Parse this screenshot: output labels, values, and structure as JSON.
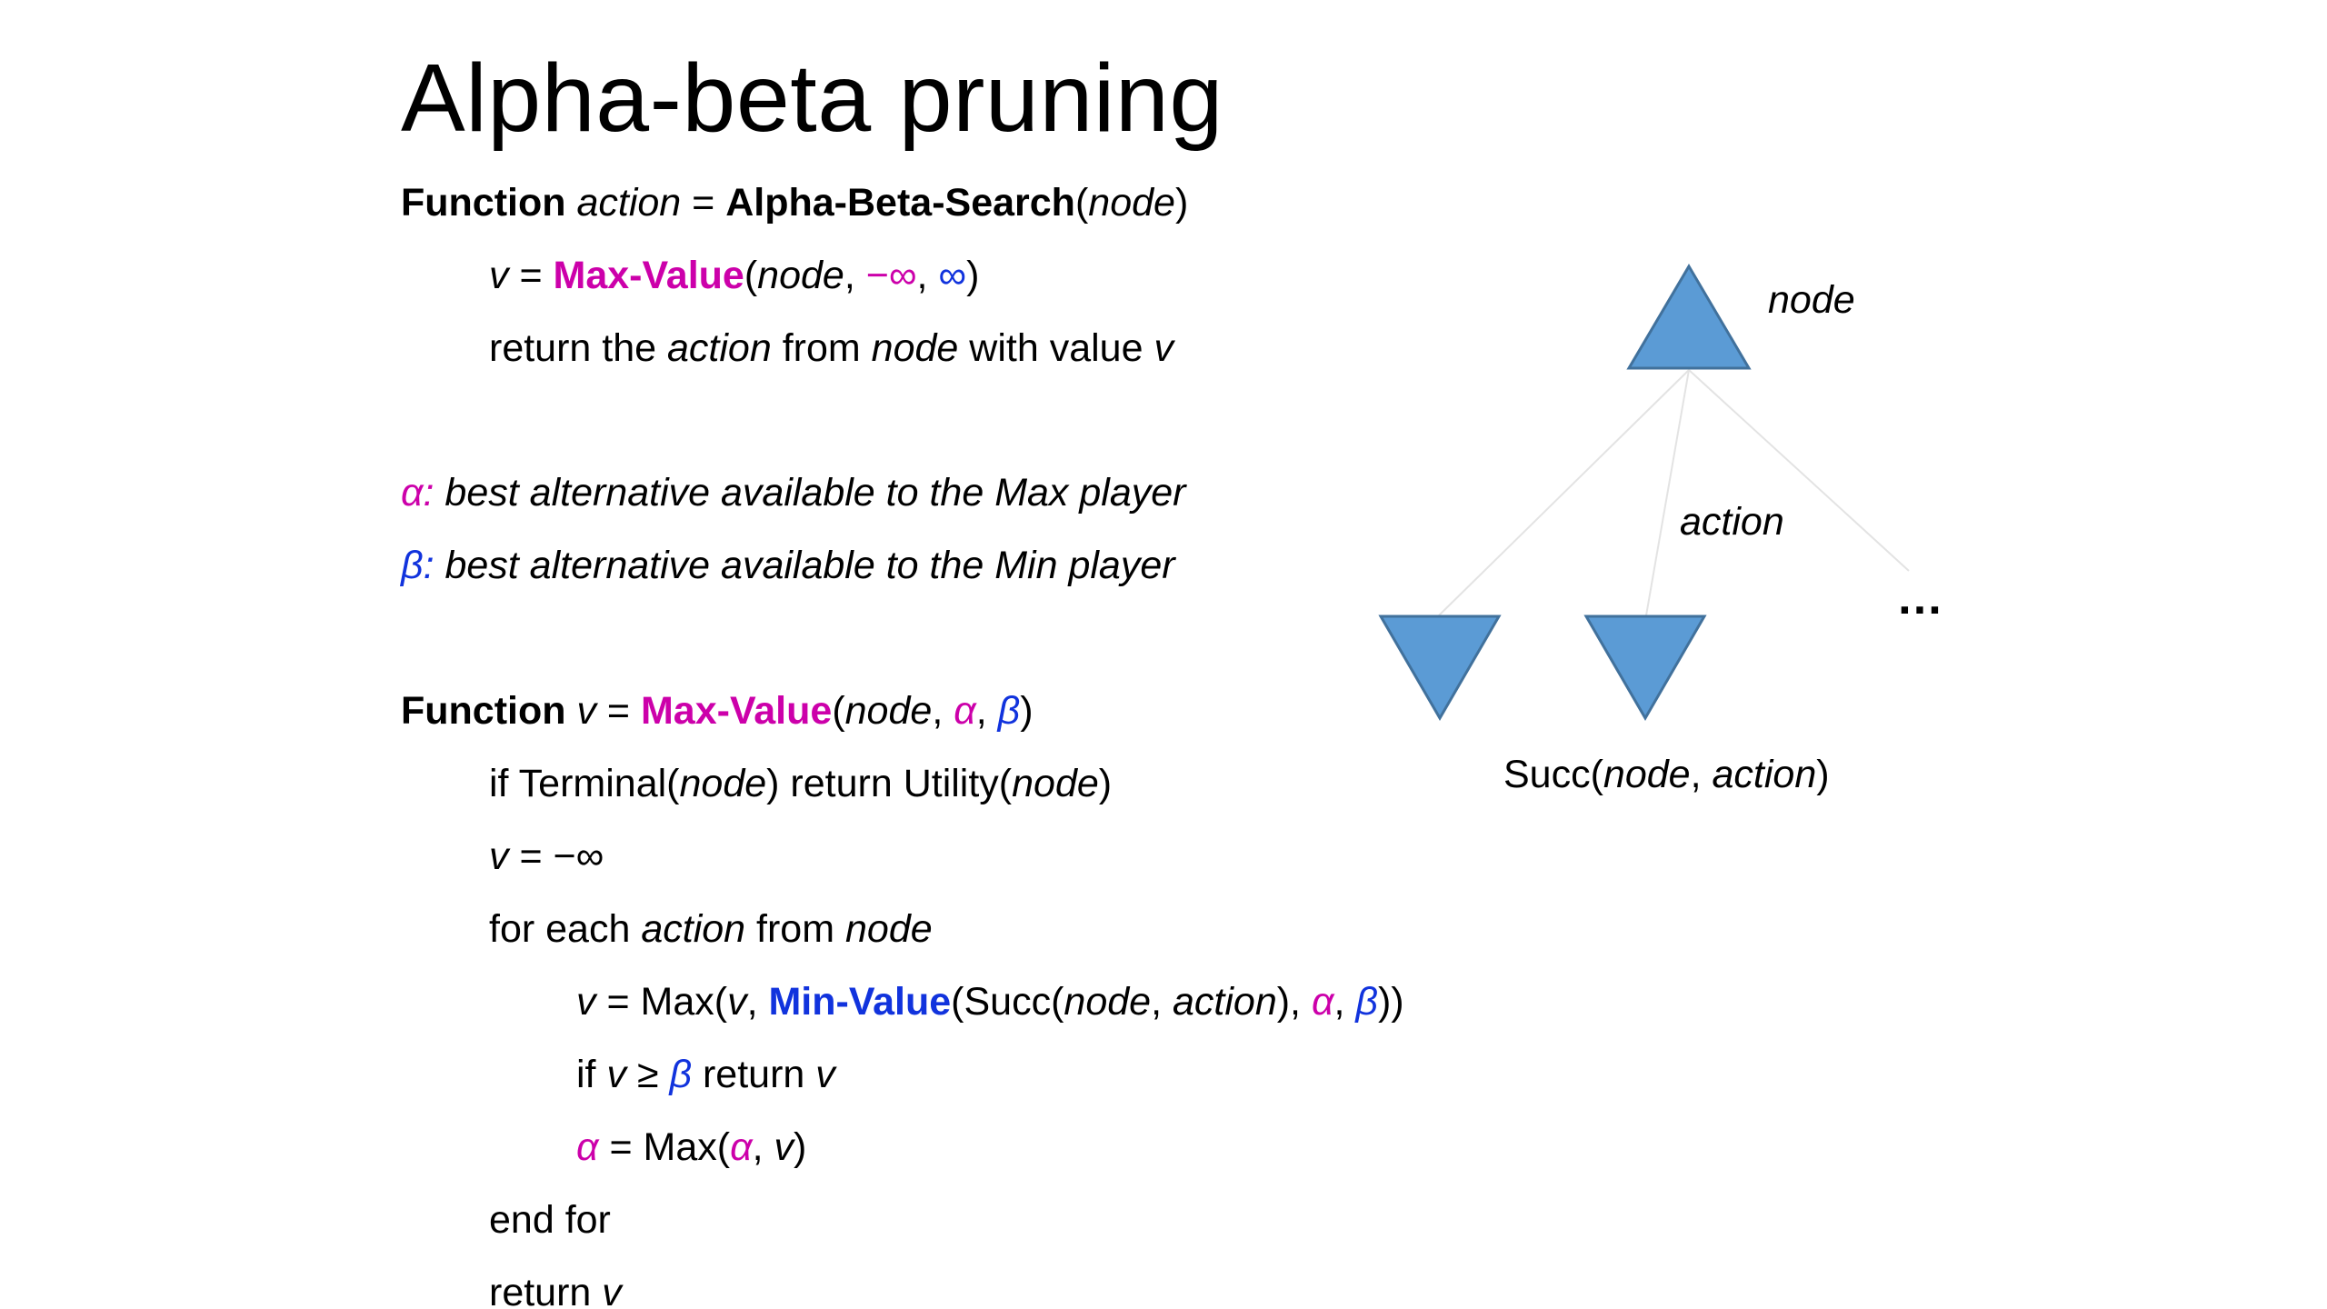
{
  "slide": {
    "title": "Alpha-beta pruning"
  },
  "search_fn": {
    "kw_function": "Function",
    "action": "action",
    "eq": " = ",
    "name": "Alpha-Beta-Search",
    "lparen": "(",
    "node": "node",
    "rparen": ")",
    "line2": {
      "v": "v",
      "eq": " = ",
      "maxvalue": "Max-Value",
      "lparen": "(",
      "node": "node",
      "sep1": ", ",
      "neg_inf": "−∞",
      "sep2": ", ",
      "inf": "∞",
      "rparen": ")"
    },
    "line3": {
      "t1": "return the ",
      "action": "action",
      "t2": " from ",
      "node": "node",
      "t3": " with value ",
      "v": "v"
    }
  },
  "definitions": {
    "alpha_sym": "α:",
    "alpha_text": " best alternative available to the Max player",
    "beta_sym": "β:",
    "beta_text": " best alternative available to the Min player"
  },
  "maxvalue_fn": {
    "kw_function": "Function",
    "v": "v",
    "eq": " = ",
    "name": "Max-Value",
    "lparen": "(",
    "node": "node",
    "sep1": ", ",
    "alpha": "α",
    "sep2": ", ",
    "beta": "β",
    "rparen": ")",
    "l_terminal": {
      "t1": "if Terminal(",
      "node1": "node",
      "t2": ") return Utility(",
      "node2": "node",
      "t3": ")"
    },
    "l_init": {
      "v": "v",
      "rest": " = −∞"
    },
    "l_for": {
      "t1": "for each ",
      "action": "action",
      "t2": " from ",
      "node": "node"
    },
    "l_assign": {
      "v1": "v",
      "t1": " = Max(",
      "v2": "v",
      "t2": ", ",
      "minvalue": "Min-Value",
      "t3": "(Succ(",
      "node": "node",
      "t4": ", ",
      "action": "action",
      "t5": "), ",
      "alpha": "α",
      "t6": ", ",
      "beta": "β",
      "t7": "))"
    },
    "l_if": {
      "t1": "if ",
      "v1": "v",
      "t2": " ≥ ",
      "beta": "β",
      "t3": " return ",
      "v2": "v"
    },
    "l_alpha": {
      "alpha1": "α",
      "t1": " = Max(",
      "alpha2": "α",
      "t2": ", ",
      "v": "v",
      "t3": ")"
    },
    "l_endfor": "end for",
    "l_return": {
      "t1": "return ",
      "v": "v"
    }
  },
  "diagram": {
    "node_label": "node",
    "action_label": "action",
    "ellipsis": "…",
    "succ": {
      "t1": "Succ(",
      "node": "node",
      "t2": ", ",
      "action": "action",
      "t3": ")"
    },
    "fill_color": "#5b9bd5",
    "stroke_color": "#41719c",
    "edge_color": "#e3e3e3"
  },
  "colors": {
    "alpha_magenta": "#cc00aa",
    "beta_blue": "#1133dd"
  }
}
